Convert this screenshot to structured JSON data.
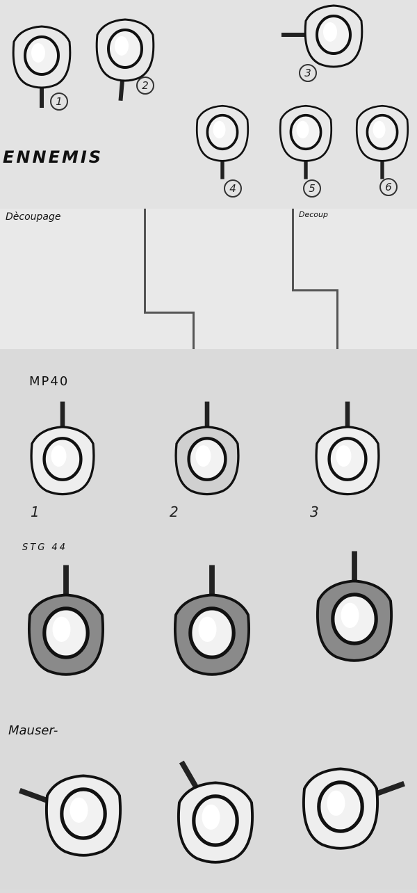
{
  "sheet": {
    "enemies_title": "ENNEMIS",
    "enemy_numbers": [
      "1",
      "2",
      "3",
      "4",
      "5",
      "6"
    ],
    "cut_label_left": "Dècoupage",
    "cut_label_right": "Decoup",
    "mp40": {
      "title": "MP40",
      "numbers": [
        "1",
        "2",
        "3"
      ]
    },
    "stg44": {
      "title": "STG 44"
    },
    "mauser": {
      "title": "Mauser-"
    }
  },
  "colors": {
    "ink": "#111111",
    "shade": "#8a8a8a",
    "helmet": "#f2f2f2"
  }
}
